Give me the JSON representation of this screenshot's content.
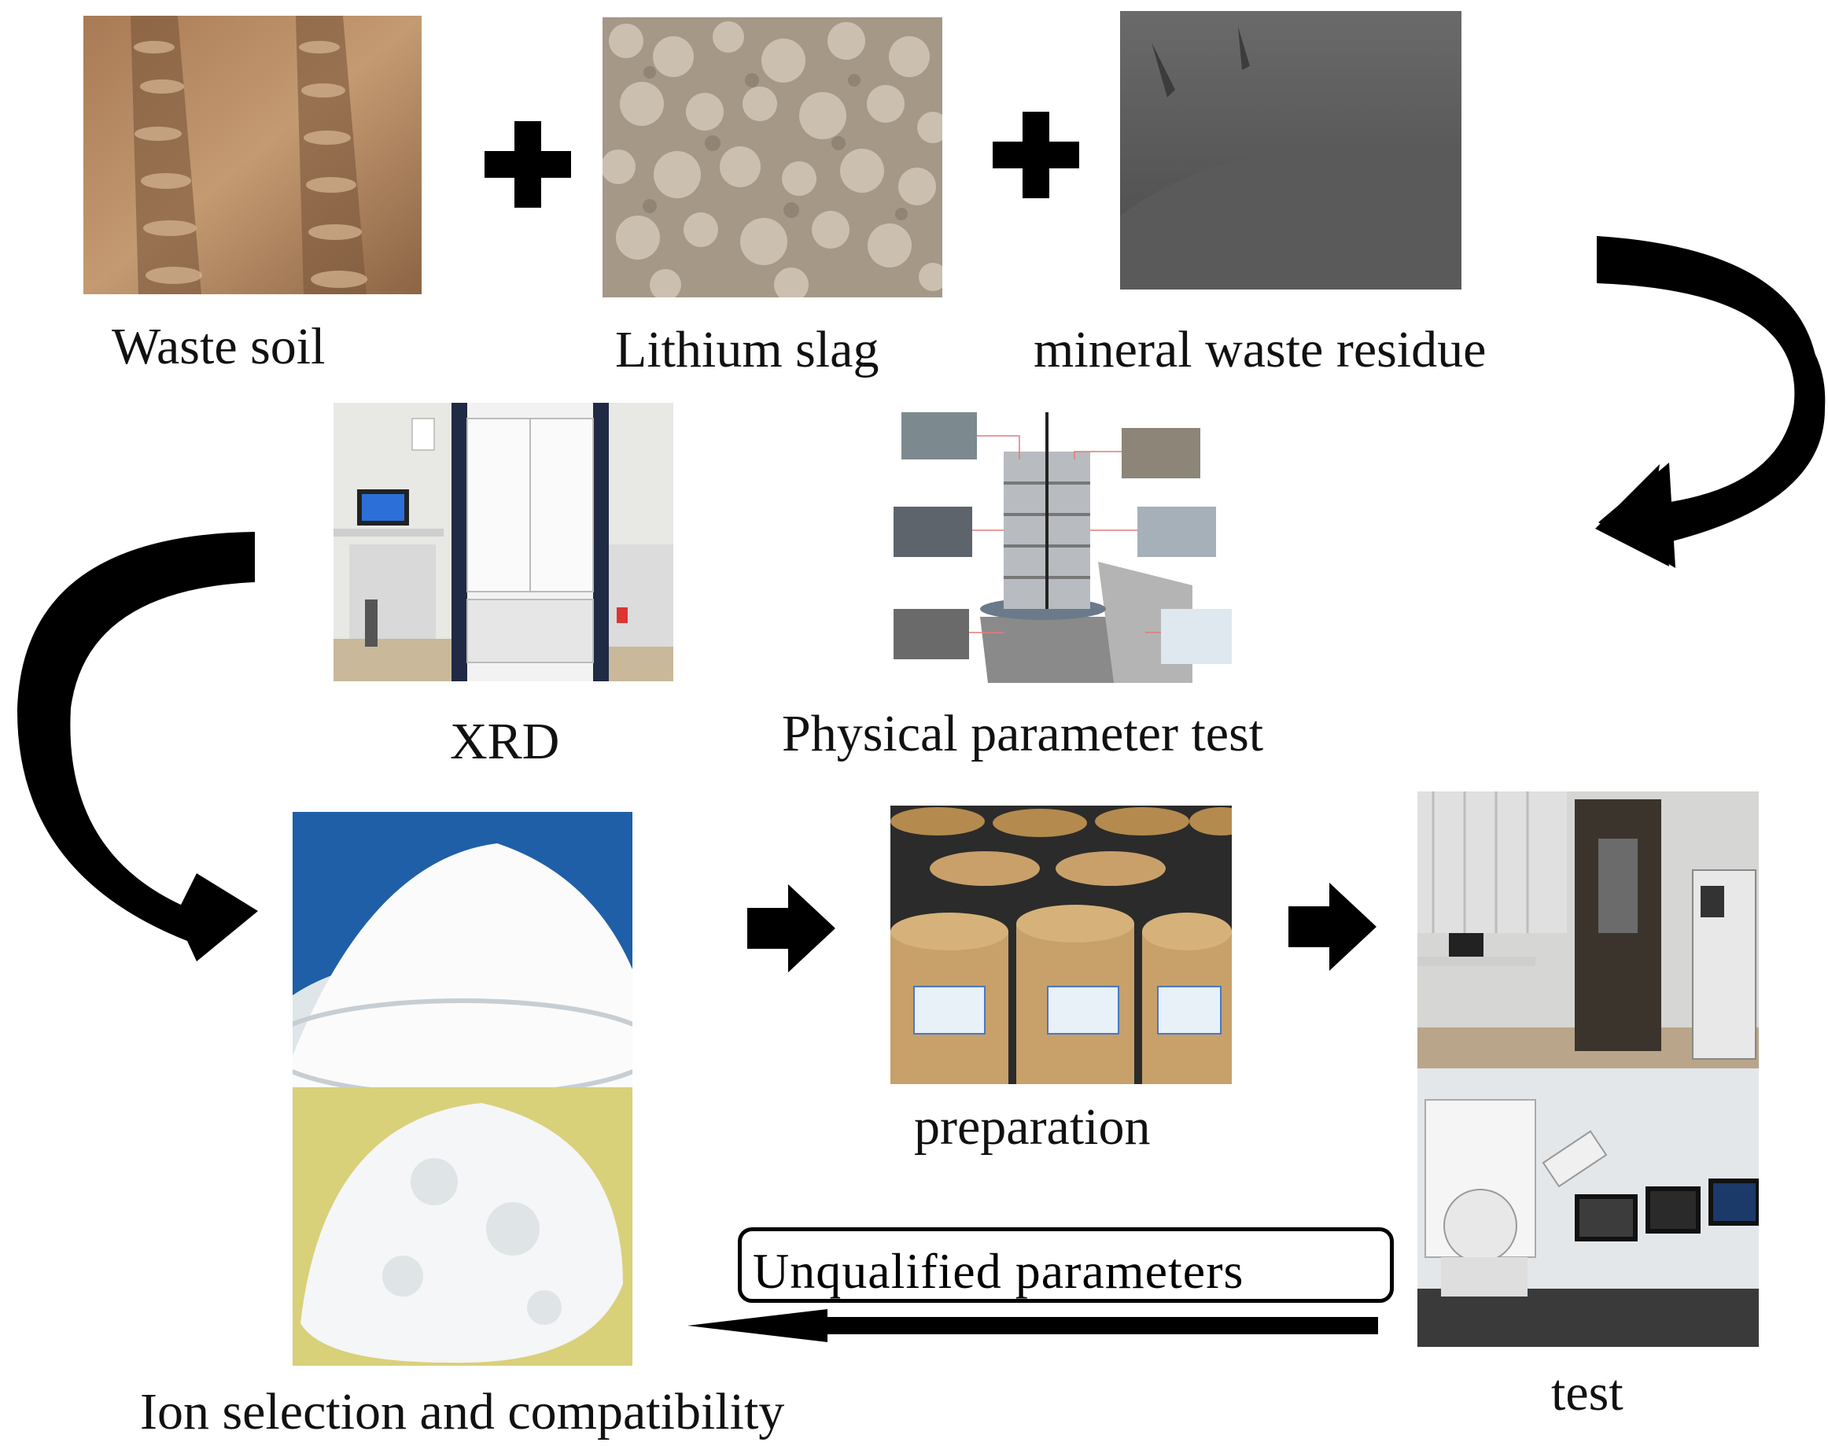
{
  "materials": [
    {
      "label": "Waste soil"
    },
    {
      "label": "Lithium slag"
    },
    {
      "label": "mineral waste residue"
    }
  ],
  "analysis": [
    {
      "label": "XRD"
    },
    {
      "label": "Physical parameter test"
    }
  ],
  "process": {
    "ion_label": "Ion selection and compatibility",
    "preparation_label": "preparation",
    "test_label": "test"
  },
  "feedback": {
    "label": "Unqualified parameters"
  },
  "colors": {
    "arrow": "#000000",
    "text": "#111111"
  }
}
